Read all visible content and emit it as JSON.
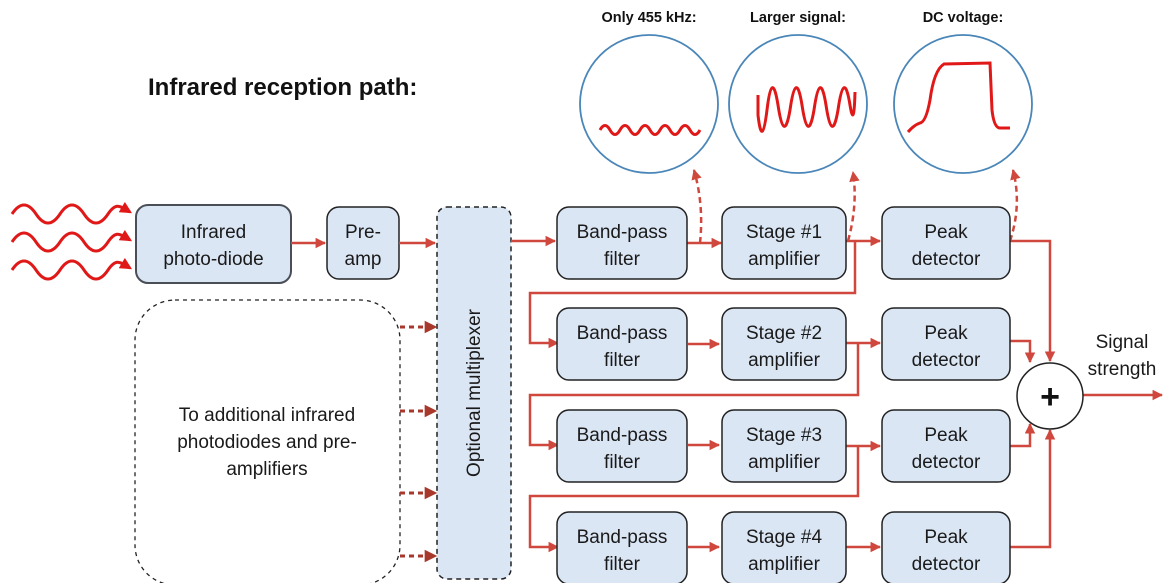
{
  "title": "Infrared reception path:",
  "colors": {
    "box_fill": "#dbe6f5",
    "box_stroke": "#222222",
    "signal": "#d0483d",
    "wave": "#e01818",
    "scope_stroke": "#4a86b8"
  },
  "photodiode": {
    "label_line1": "Infrared",
    "label_line2": "photo-diode"
  },
  "preamp": {
    "label_line1": "Pre-",
    "label_line2": "amp"
  },
  "multiplexer": {
    "label": "Optional multiplexer"
  },
  "additional": {
    "line1": "To additional infrared",
    "line2": "photodiodes and pre-",
    "line3": "amplifiers"
  },
  "channels": [
    {
      "filter_line1": "Band-pass",
      "filter_line2": "filter",
      "amp_line1": "Stage #1",
      "amp_line2": "amplifier",
      "det_line1": "Peak",
      "det_line2": "detector"
    },
    {
      "filter_line1": "Band-pass",
      "filter_line2": "filter",
      "amp_line1": "Stage #2",
      "amp_line2": "amplifier",
      "det_line1": "Peak",
      "det_line2": "detector"
    },
    {
      "filter_line1": "Band-pass",
      "filter_line2": "filter",
      "amp_line1": "Stage #3",
      "amp_line2": "amplifier",
      "det_line1": "Peak",
      "det_line2": "detector"
    },
    {
      "filter_line1": "Band-pass",
      "filter_line2": "filter",
      "amp_line1": "Stage #4",
      "amp_line2": "amplifier",
      "det_line1": "Peak",
      "det_line2": "detector"
    }
  ],
  "scopes": [
    {
      "title": "Only 455 kHz:"
    },
    {
      "title": "Larger signal:"
    },
    {
      "title": "DC voltage:"
    }
  ],
  "summer": {
    "symbol": "+"
  },
  "output": {
    "line1": "Signal",
    "line2": "strength"
  }
}
